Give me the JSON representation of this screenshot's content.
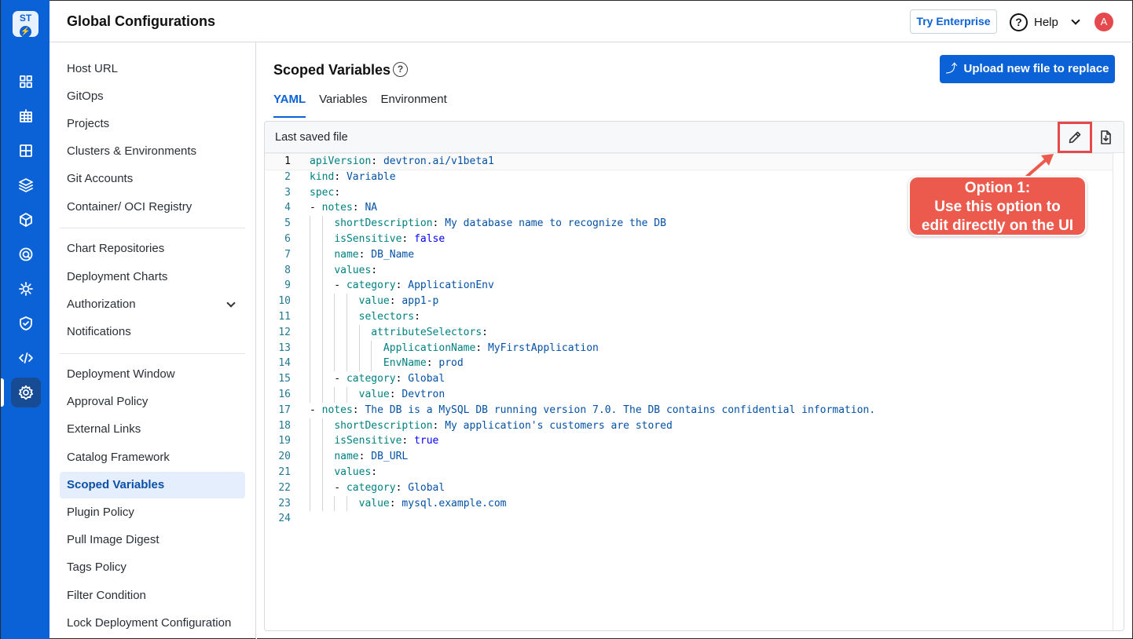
{
  "rail": {
    "logo_text": "ST",
    "items": [
      "apps-grid-icon",
      "app-groups-icon",
      "resource-browser-icon",
      "chart-store-icon",
      "cube-icon",
      "security-scan-icon",
      "bulk-edit-icon",
      "shield-icon",
      "code-icon",
      "global-config-icon"
    ]
  },
  "header": {
    "title": "Global Configurations",
    "try_enterprise": "Try Enterprise",
    "help_label": "Help",
    "avatar_initial": "A"
  },
  "nav": {
    "group1": [
      "Host URL",
      "GitOps",
      "Projects",
      "Clusters & Environments",
      "Git Accounts",
      "Container/ OCI Registry"
    ],
    "group2": [
      "Chart Repositories",
      "Deployment Charts",
      "Authorization",
      "Notifications"
    ],
    "group3": [
      "Deployment Window",
      "Approval Policy",
      "External Links",
      "Catalog Framework",
      "Scoped Variables",
      "Plugin Policy",
      "Pull Image Digest",
      "Tags Policy",
      "Filter Condition",
      "Lock Deployment Configuration"
    ],
    "active": "Scoped Variables"
  },
  "main": {
    "title": "Scoped Variables",
    "help_glyph": "?",
    "upload_label": "Upload new file to replace",
    "tabs": [
      "YAML",
      "Variables",
      "Environment"
    ],
    "active_tab": "YAML",
    "editor_label": "Last saved file"
  },
  "code_lines": [
    {
      "n": "1",
      "indent": 0,
      "dash": false,
      "key": "apiVersion",
      "val": "devtron.ai/v1beta1",
      "vt": "v"
    },
    {
      "n": "2",
      "indent": 0,
      "dash": false,
      "key": "kind",
      "val": "Variable",
      "vt": "v"
    },
    {
      "n": "3",
      "indent": 0,
      "dash": false,
      "key": "spec",
      "val": "",
      "vt": "v"
    },
    {
      "n": "4",
      "indent": 1,
      "dash": true,
      "key": "notes",
      "val": "NA",
      "vt": "v"
    },
    {
      "n": "5",
      "indent": 2,
      "dash": false,
      "key": "shortDescription",
      "val": "My database name to recognize the DB",
      "vt": "v"
    },
    {
      "n": "6",
      "indent": 2,
      "dash": false,
      "key": "isSensitive",
      "val": "false",
      "vt": "b"
    },
    {
      "n": "7",
      "indent": 2,
      "dash": false,
      "key": "name",
      "val": "DB_Name",
      "vt": "v"
    },
    {
      "n": "8",
      "indent": 2,
      "dash": false,
      "key": "values",
      "val": "",
      "vt": "v"
    },
    {
      "n": "9",
      "indent": 3,
      "dash": true,
      "key": "category",
      "val": "ApplicationEnv",
      "vt": "v"
    },
    {
      "n": "10",
      "indent": 4,
      "dash": false,
      "key": "value",
      "val": "app1-p",
      "vt": "v"
    },
    {
      "n": "11",
      "indent": 4,
      "dash": false,
      "key": "selectors",
      "val": "",
      "vt": "v"
    },
    {
      "n": "12",
      "indent": 5,
      "dash": false,
      "key": "attributeSelectors",
      "val": "",
      "vt": "v"
    },
    {
      "n": "13",
      "indent": 6,
      "dash": false,
      "key": "ApplicationName",
      "val": "MyFirstApplication",
      "vt": "v"
    },
    {
      "n": "14",
      "indent": 6,
      "dash": false,
      "key": "EnvName",
      "val": "prod",
      "vt": "v"
    },
    {
      "n": "15",
      "indent": 3,
      "dash": true,
      "key": "category",
      "val": "Global",
      "vt": "v"
    },
    {
      "n": "16",
      "indent": 4,
      "dash": false,
      "key": "value",
      "val": "Devtron",
      "vt": "v"
    },
    {
      "n": "17",
      "indent": 1,
      "dash": true,
      "key": "notes",
      "val": "The DB is a MySQL DB running version 7.0. The DB contains confidential information.",
      "vt": "v"
    },
    {
      "n": "18",
      "indent": 2,
      "dash": false,
      "key": "shortDescription",
      "val": "My application's customers are stored",
      "vt": "v"
    },
    {
      "n": "19",
      "indent": 2,
      "dash": false,
      "key": "isSensitive",
      "val": "true",
      "vt": "b"
    },
    {
      "n": "20",
      "indent": 2,
      "dash": false,
      "key": "name",
      "val": "DB_URL",
      "vt": "v"
    },
    {
      "n": "21",
      "indent": 2,
      "dash": false,
      "key": "values",
      "val": "",
      "vt": "v"
    },
    {
      "n": "22",
      "indent": 3,
      "dash": true,
      "key": "category",
      "val": "Global",
      "vt": "v"
    },
    {
      "n": "23",
      "indent": 4,
      "dash": false,
      "key": "value",
      "val": "mysql.example.com",
      "vt": "v"
    },
    {
      "n": "24",
      "indent": 0,
      "dash": false,
      "key": "",
      "val": "",
      "vt": "v"
    }
  ],
  "callout": {
    "line1": "Option 1:",
    "line2": "Use this option to",
    "line3": "edit directly on the UI"
  },
  "colors": {
    "brand": "#0b62d6",
    "callout": "#ec5a4d",
    "yaml_key": "#008080",
    "yaml_value": "#0451a5"
  }
}
